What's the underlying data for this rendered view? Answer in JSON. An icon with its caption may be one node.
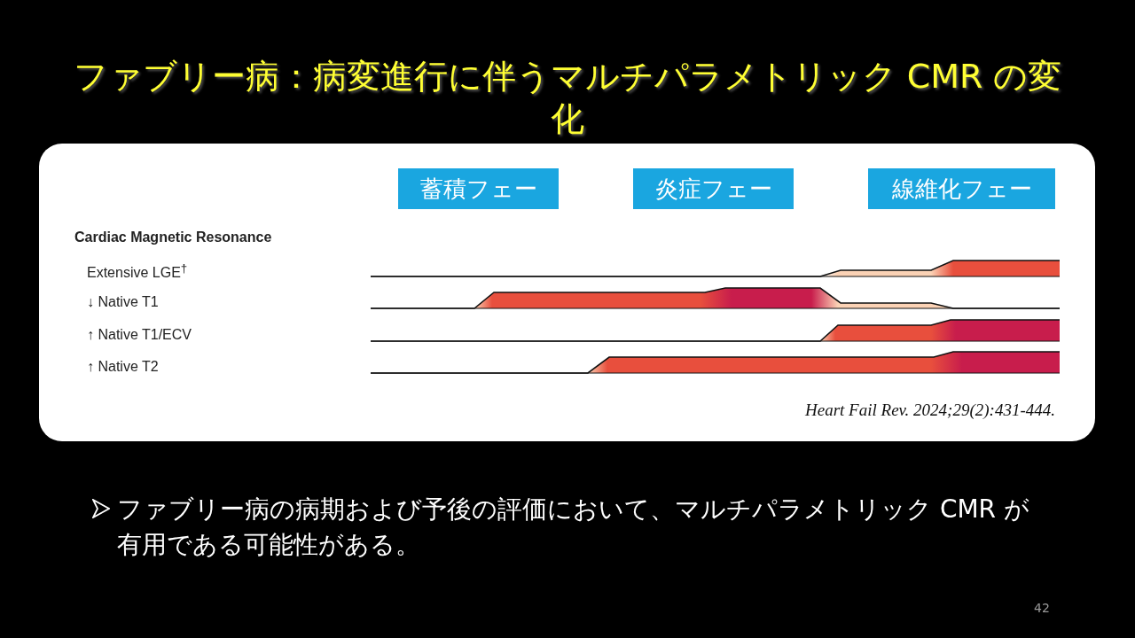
{
  "diagram": {
    "title": "ファブリー病：病変進行に伴うマルチパラメトリック CMR の変化",
    "nodes": [
      {
        "text": [
          "蓄積フェー"
        ]
      },
      {
        "text": [
          "炎症フェー"
        ]
      },
      {
        "text": [
          "線維化フェー"
        ]
      }
    ],
    "edges": [],
    "labels": [
      "Cardiac Magnetic Resonance",
      "Extensive LGE$^{†}$",
      "↓ Native T1",
      "↑ Native T1/ECV",
      "↑ Native T2",
      "Heart Fail Rev. 2024;29(2):431-444.",
      "ファブリー病の病期および予後の評価において、マルチパラメトリック CMR が有用である可能性がある。",
      "42"
    ]
  }
}
